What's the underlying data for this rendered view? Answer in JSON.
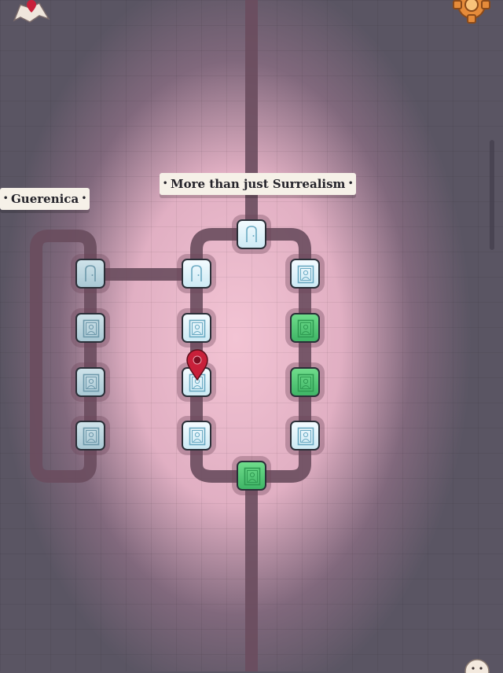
{
  "level_labels": {
    "left": "Guerenica",
    "center": "More than just Surrealism"
  },
  "toolbar": {
    "map_icon": "map-icon",
    "settings_icon": "gear-icon"
  },
  "nodes": [
    {
      "id": "c-top",
      "state": "open",
      "icon": "door"
    },
    {
      "id": "c-l1",
      "state": "open",
      "icon": "door"
    },
    {
      "id": "c-l2",
      "state": "open",
      "icon": "painting"
    },
    {
      "id": "c-l3",
      "state": "open",
      "icon": "painting",
      "current": true
    },
    {
      "id": "c-l4",
      "state": "open",
      "icon": "painting"
    },
    {
      "id": "c-r1",
      "state": "open",
      "icon": "painting"
    },
    {
      "id": "c-r2",
      "state": "done",
      "icon": "painting"
    },
    {
      "id": "c-r3",
      "state": "done",
      "icon": "painting"
    },
    {
      "id": "c-r4",
      "state": "open",
      "icon": "painting"
    },
    {
      "id": "c-bottom",
      "state": "done",
      "icon": "painting"
    },
    {
      "id": "g-1",
      "state": "locked",
      "icon": "door"
    },
    {
      "id": "g-2",
      "state": "locked",
      "icon": "painting"
    },
    {
      "id": "g-3",
      "state": "locked",
      "icon": "painting"
    },
    {
      "id": "g-4",
      "state": "locked",
      "icon": "painting"
    }
  ],
  "colors": {
    "path": "#6a4d5e",
    "done": "#4fc474",
    "pin": "#c8203a"
  }
}
